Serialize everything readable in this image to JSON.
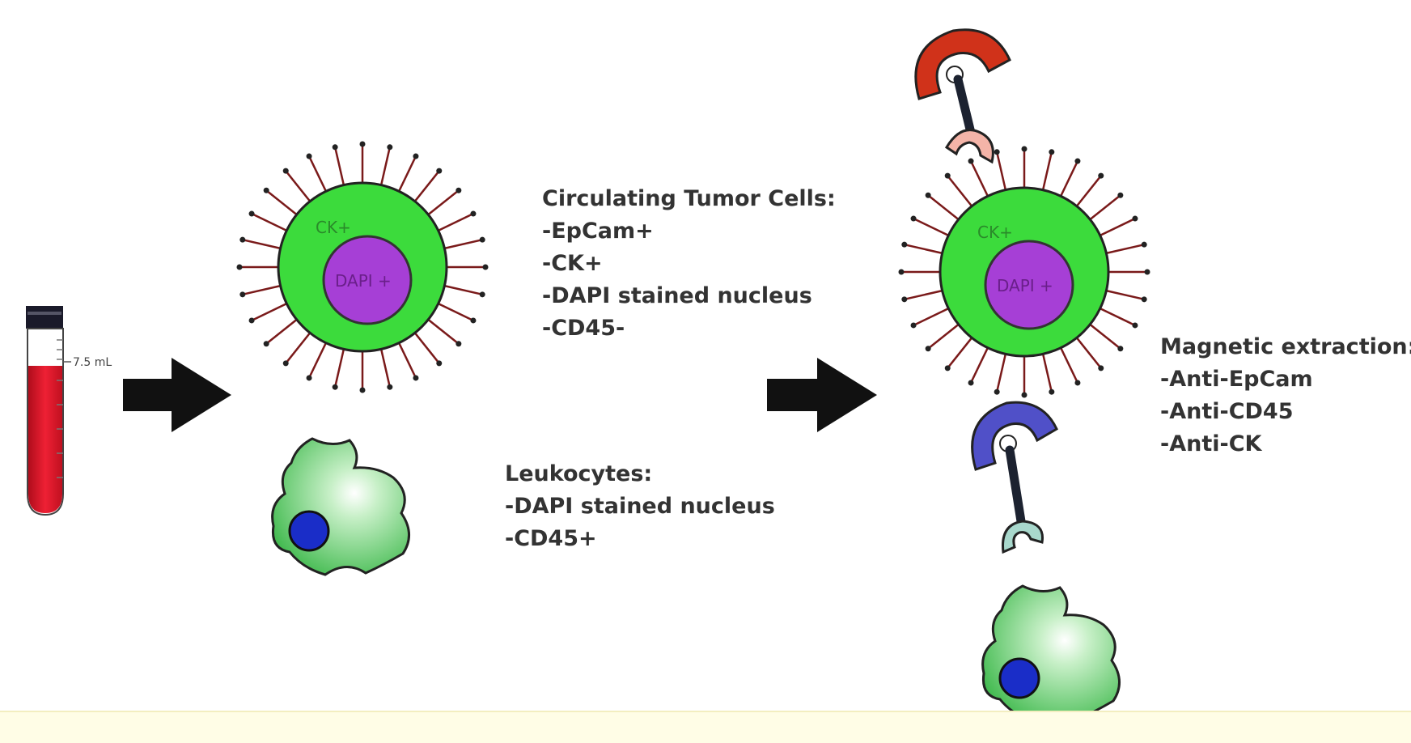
{
  "tube": {
    "volume_label": "7.5 mL",
    "blood_color": "#e8192c",
    "cap_color": "#1a1a2a"
  },
  "ctc_cell": {
    "membrane_label": "CK+",
    "nucleus_label": "DAPI +",
    "cytoplasm_color": "#3cdb3c",
    "nucleus_color": "#a63fd6",
    "receptor_color": "#7a1a1a"
  },
  "ctc_info": {
    "title": "Circulating Tumor Cells:",
    "items": [
      "-EpCam+",
      "-CK+",
      "-DAPI stained nucleus",
      "-CD45-"
    ]
  },
  "leukocyte_info": {
    "title": "Leukocytes:",
    "items": [
      "-DAPI stained nucleus",
      "-CD45+"
    ]
  },
  "magnetic_info": {
    "title": "Magnetic extraction:",
    "items": [
      "-Anti-EpCam",
      "-Anti-CD45",
      "-Anti-CK"
    ]
  },
  "antibodies": {
    "top_magnet_color": "#d0321a",
    "top_tip_color": "#f4b4a8",
    "bottom_magnet_color": "#5050c8",
    "bottom_tip_color": "#a8d8cc"
  }
}
